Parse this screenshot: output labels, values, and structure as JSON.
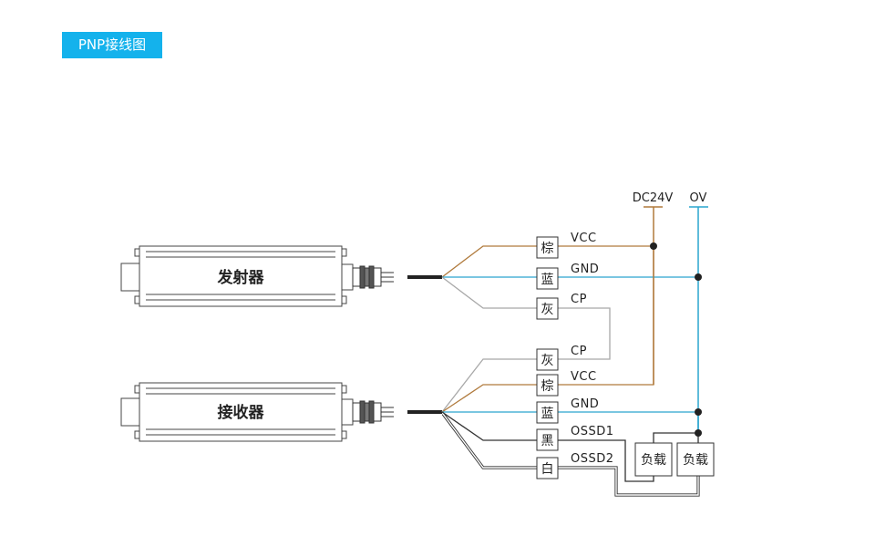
{
  "title": "PNP接线图",
  "devices": {
    "emitter": "发射器",
    "receiver": "接收器"
  },
  "rails": {
    "positive": "DC24V",
    "negative": "OV"
  },
  "emitter_wires": [
    {
      "code": "棕",
      "label": "VCC"
    },
    {
      "code": "蓝",
      "label": "GND"
    },
    {
      "code": "灰",
      "label": "CP"
    }
  ],
  "receiver_wires": [
    {
      "code": "灰",
      "label": "CP"
    },
    {
      "code": "棕",
      "label": "VCC"
    },
    {
      "code": "蓝",
      "label": "GND"
    },
    {
      "code": "黑",
      "label": "OSSD1"
    },
    {
      "code": "白",
      "label": "OSSD2"
    }
  ],
  "loads": [
    "负载",
    "负载"
  ],
  "colors": {
    "accent": "#14b2ec",
    "brown_wire": "#b07a3c",
    "blue_wire": "#2aa5cf",
    "gray_wire": "#a8a8a8",
    "black_wire": "#333333"
  }
}
